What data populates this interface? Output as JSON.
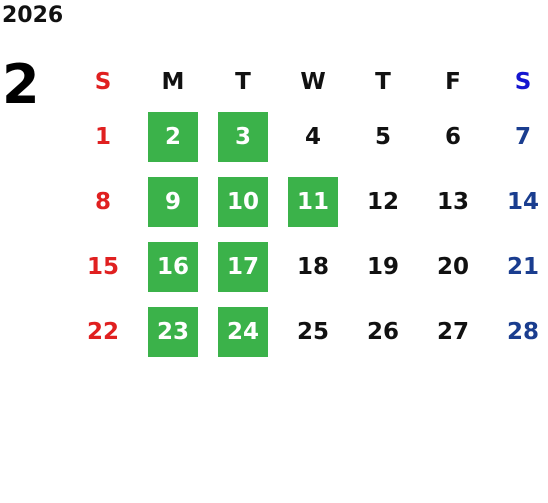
{
  "calendar": {
    "year": "2026",
    "month": "2",
    "weekdays": [
      {
        "label": "S",
        "color": "#e02020"
      },
      {
        "label": "M",
        "color": "#111111"
      },
      {
        "label": "T",
        "color": "#111111"
      },
      {
        "label": "W",
        "color": "#111111"
      },
      {
        "label": "T",
        "color": "#111111"
      },
      {
        "label": "F",
        "color": "#111111"
      },
      {
        "label": "S",
        "color": "#1515d0"
      }
    ],
    "weeks": [
      [
        {
          "day": "1",
          "color": "#e02020",
          "highlighted": false
        },
        {
          "day": "2",
          "color": "#ffffff",
          "highlighted": true
        },
        {
          "day": "3",
          "color": "#ffffff",
          "highlighted": true
        },
        {
          "day": "4",
          "color": "#111111",
          "highlighted": false
        },
        {
          "day": "5",
          "color": "#111111",
          "highlighted": false
        },
        {
          "day": "6",
          "color": "#111111",
          "highlighted": false
        },
        {
          "day": "7",
          "color": "#1a3d8f",
          "highlighted": false
        }
      ],
      [
        {
          "day": "8",
          "color": "#e02020",
          "highlighted": false
        },
        {
          "day": "9",
          "color": "#ffffff",
          "highlighted": true
        },
        {
          "day": "10",
          "color": "#ffffff",
          "highlighted": true
        },
        {
          "day": "11",
          "color": "#ffffff",
          "highlighted": true
        },
        {
          "day": "12",
          "color": "#111111",
          "highlighted": false
        },
        {
          "day": "13",
          "color": "#111111",
          "highlighted": false
        },
        {
          "day": "14",
          "color": "#1a3d8f",
          "highlighted": false
        }
      ],
      [
        {
          "day": "15",
          "color": "#e02020",
          "highlighted": false
        },
        {
          "day": "16",
          "color": "#ffffff",
          "highlighted": true
        },
        {
          "day": "17",
          "color": "#ffffff",
          "highlighted": true
        },
        {
          "day": "18",
          "color": "#111111",
          "highlighted": false
        },
        {
          "day": "19",
          "color": "#111111",
          "highlighted": false
        },
        {
          "day": "20",
          "color": "#111111",
          "highlighted": false
        },
        {
          "day": "21",
          "color": "#1a3d8f",
          "highlighted": false
        }
      ],
      [
        {
          "day": "22",
          "color": "#e02020",
          "highlighted": false
        },
        {
          "day": "23",
          "color": "#ffffff",
          "highlighted": true
        },
        {
          "day": "24",
          "color": "#ffffff",
          "highlighted": true
        },
        {
          "day": "25",
          "color": "#111111",
          "highlighted": false
        },
        {
          "day": "26",
          "color": "#111111",
          "highlighted": false
        },
        {
          "day": "27",
          "color": "#111111",
          "highlighted": false
        },
        {
          "day": "28",
          "color": "#1a3d8f",
          "highlighted": false
        }
      ]
    ],
    "highlight_color": "#3bb24a"
  }
}
